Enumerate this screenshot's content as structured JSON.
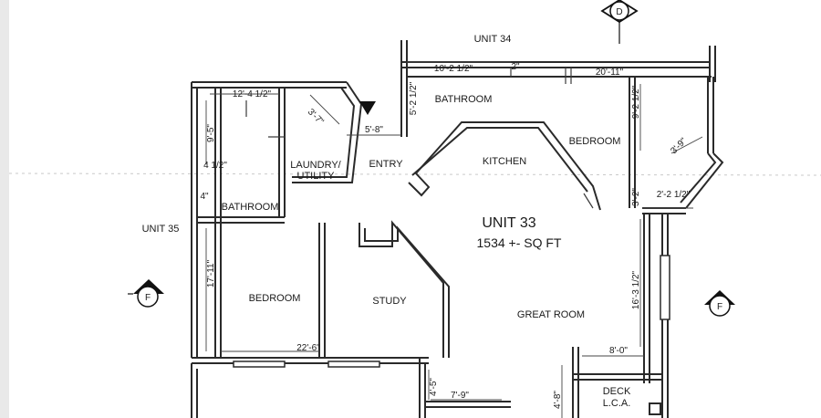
{
  "title": "UNIT 33",
  "area": "1534 +- SQ FT",
  "neighbors": {
    "north": "UNIT 34",
    "west": "UNIT 35"
  },
  "markers": {
    "d": "D",
    "f_left": "F",
    "f_right": "F"
  },
  "rooms": {
    "bathroom_top": "BATHROOM",
    "bedroom_right": "BEDROOM",
    "kitchen": "KITCHEN",
    "entry": "ENTRY",
    "laundry_1": "LAUNDRY/",
    "laundry_2": "UTILITY",
    "bathroom_left": "BATHROOM",
    "bedroom_left": "BEDROOM",
    "study": "STUDY",
    "great_room": "GREAT ROOM",
    "deck_1": "DECK",
    "deck_2": "L.C.A."
  },
  "dimensions": {
    "d_10_2": "10'-2 1/2\"",
    "d_2": "2\"",
    "d_20_11": "20'-11\"",
    "d_5_2": "5'-2 1/2\"",
    "d_9_2": "9'-2 1/2\"",
    "d_12_4": "12'-4 1/2\"",
    "d_3_7": "3'-7\"",
    "d_5_8": "5'-8\"",
    "d_9_5": "9'-5\"",
    "d_4_half": "4 1/2\"",
    "d_4": "4\"",
    "d_3_9": "3'-9\"",
    "d_3_2": "3'-2\"",
    "d_2_2": "2'-2 1/2\"",
    "d_17_11": "17'-11\"",
    "d_22_6": "22'-6\"",
    "d_16_3": "16'-3 1/2\"",
    "d_8_0": "8'-0\"",
    "d_4_5": "4'-5\"",
    "d_7_9": "7'-9\"",
    "d_4_8": "4'-8\""
  }
}
